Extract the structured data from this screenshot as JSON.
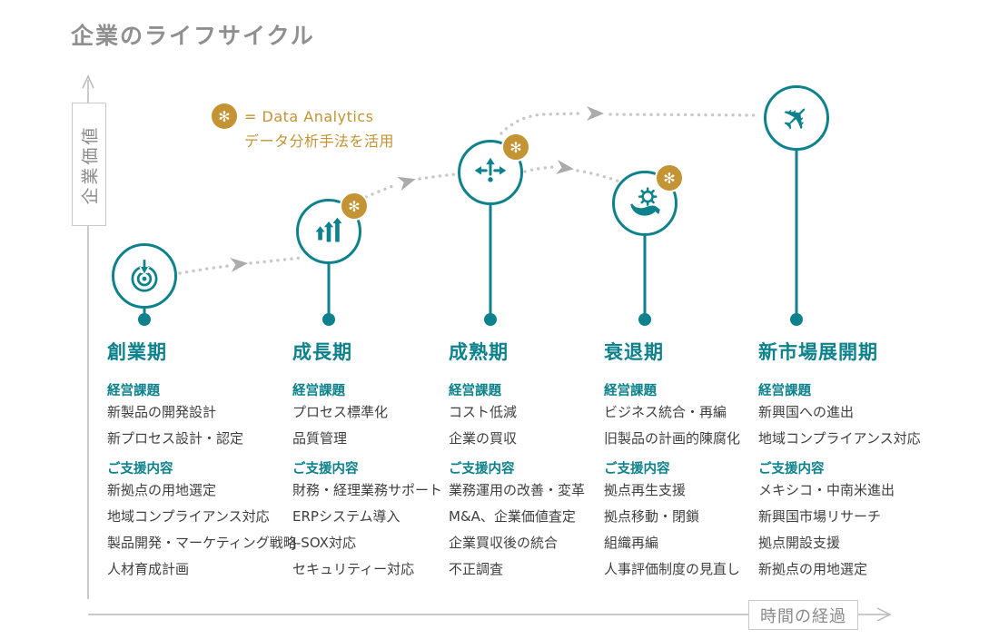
{
  "title": "企業のライフサイクル",
  "axes": {
    "y_label": "企業価値",
    "x_label": "時間の経過"
  },
  "legend": {
    "symbol": "✻",
    "equals_text": "= Data Analytics",
    "description": "データ分析手法を活用"
  },
  "labels": {
    "issues_heading": "経営課題",
    "support_heading": "ご支援内容"
  },
  "icons": {
    "badge_glyph": "✻",
    "airplane_glyph": "✈"
  },
  "colors": {
    "teal": "#0E828C",
    "gold": "#C39334",
    "title_gray": "#8F8F8F",
    "body_text": "#3F3F3F"
  },
  "stages": [
    {
      "name": "創業期",
      "icon": "target-icon",
      "analytics_badge": false,
      "issues": [
        "新製品の開発設計",
        "新プロセス設計・認定"
      ],
      "support": [
        "新拠点の用地選定",
        "地域コンプライアンス対応",
        "製品開発・マーケティング戦略",
        "人材育成計画"
      ]
    },
    {
      "name": "成長期",
      "icon": "growth-chart-icon",
      "analytics_badge": true,
      "issues": [
        "プロセス標準化",
        "品質管理"
      ],
      "support": [
        "財務・経理業務サポート",
        "ERPシステム導入",
        "J-SOX対応",
        "セキュリティー対応"
      ]
    },
    {
      "name": "成熟期",
      "icon": "expand-arrows-icon",
      "analytics_badge": true,
      "issues": [
        "コスト低減",
        "企業の買収"
      ],
      "support": [
        "業務運用の改善・変革",
        "M&A、企業価値査定",
        "企業買収後の統合",
        "不正調査"
      ]
    },
    {
      "name": "衰退期",
      "icon": "hand-gear-icon",
      "analytics_badge": true,
      "issues": [
        "ビジネス統合・再編",
        "旧製品の計画的陳腐化"
      ],
      "support": [
        "拠点再生支援",
        "拠点移動・閉鎖",
        "組織再編",
        "人事評価制度の見直し"
      ]
    },
    {
      "name": "新市場展開期",
      "icon": "airplane-icon",
      "analytics_badge": false,
      "issues": [
        "新興国への進出",
        "地域コンプライアンス対応"
      ],
      "support": [
        "メキシコ・中南米進出",
        "新興国市場リサーチ",
        "拠点開設支援",
        "新拠点の用地選定"
      ]
    }
  ]
}
